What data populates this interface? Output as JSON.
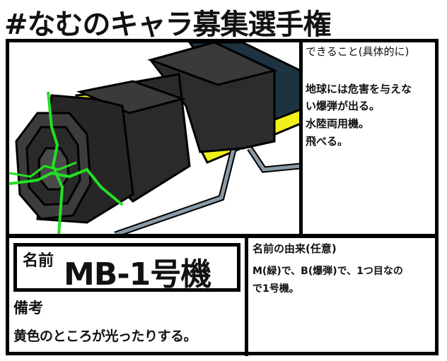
{
  "title": "#なむのキャラ募集選手権",
  "abilities": {
    "heading": "できること(具体的に)",
    "lines": [
      "地球には危害を与えな",
      "い爆弾が出る。",
      "水陸両用機。",
      "飛べる。"
    ]
  },
  "name": {
    "label": "名前",
    "value": "MB-1号機"
  },
  "notes": {
    "label": "備考",
    "value": "黄色のところが光ったりする。"
  },
  "origin": {
    "heading": "名前の由来(任意)",
    "lines": [
      "M(緑)で、B(爆弾)で、1つ目なの",
      "で1号機。"
    ]
  },
  "colors": {
    "body": "#2a2a2a",
    "accent_yellow": "#f2f01a",
    "glow_green": "#22e022",
    "teal_body": "#1e3340",
    "rod": "#8a9aa6"
  }
}
